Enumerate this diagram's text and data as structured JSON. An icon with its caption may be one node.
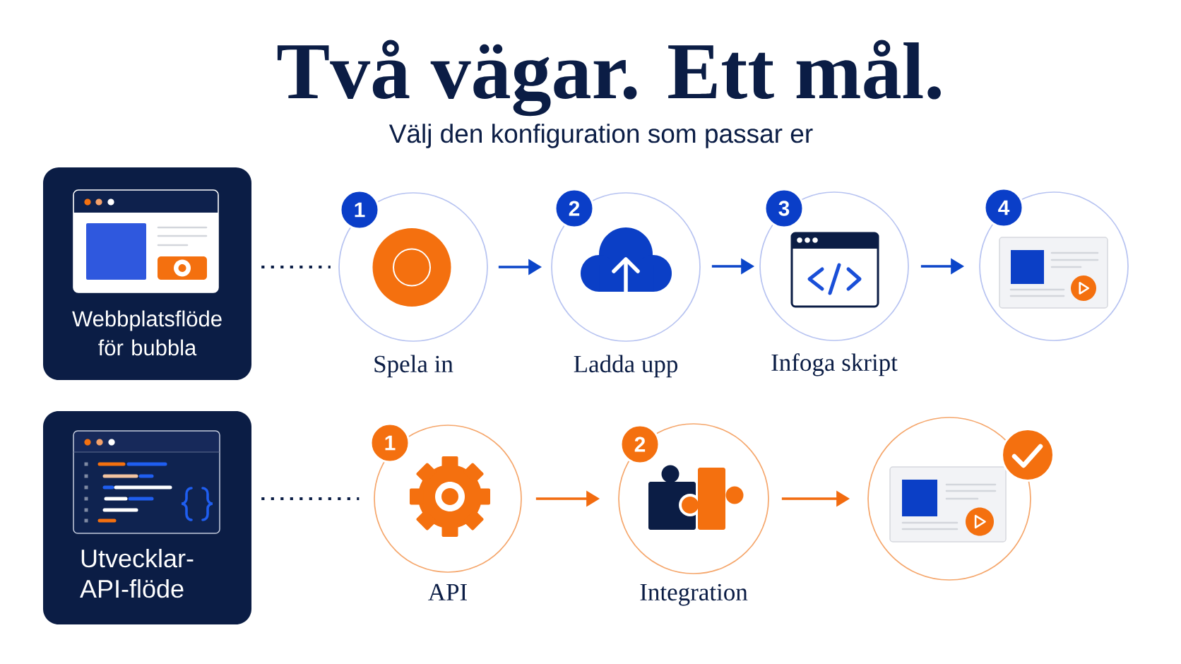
{
  "diagram": {
    "title": "Två vägar. Ett mål.",
    "nodes": [
      {
        "text": [
          "Webbplatsflöde för bubbla"
        ]
      },
      {
        "text": [
          "1"
        ]
      },
      {
        "text": [
          "Spela in"
        ]
      },
      {
        "text": [
          "2"
        ]
      },
      {
        "text": [
          "Ladda upp"
        ]
      },
      {
        "text": [
          "3"
        ]
      },
      {
        "text": [
          "Infoga skript"
        ]
      },
      {
        "text": [
          "4"
        ]
      },
      {
        "text": [],
        "shape": "circle"
      },
      {
        "text": [
          "Utvecklar-API-flöde"
        ]
      },
      {
        "text": [
          "1"
        ]
      },
      {
        "text": [
          "API"
        ]
      },
      {
        "text": [
          "2"
        ]
      },
      {
        "text": [
          "Integration"
        ]
      },
      {
        "text": [],
        "shape": "circle"
      },
      {
        "text": [],
        "shape": "circle"
      }
    ],
    "edges": [
      {
        "from": 0,
        "to": 2,
        "arrow": "none",
        "style": "dashed",
        "color": "#0b1d45"
      },
      {
        "from": 2,
        "to": 4,
        "arrow": "to"
      },
      {
        "from": 4,
        "to": 6,
        "arrow": "to"
      },
      {
        "from": 6,
        "to": 8,
        "arrow": "to"
      },
      {
        "from": 9,
        "to": 11,
        "arrow": "none",
        "style": "dashed",
        "color": "#0b1d45"
      },
      {
        "from": 11,
        "to": 13,
        "arrow": "to",
        "color": "#f26b0f"
      },
      {
        "from": 13,
        "to": 14,
        "arrow": "to",
        "color": "#f26b0f"
      }
    ],
    "labels": [
      "Välj den konfiguration som passar er"
    ]
  }
}
